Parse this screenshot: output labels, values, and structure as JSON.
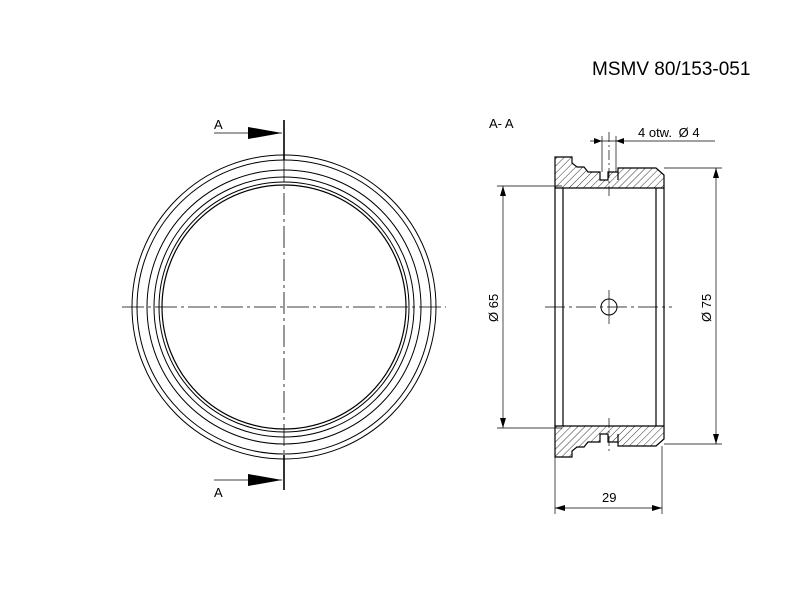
{
  "title": "MSMV 80/153-051",
  "section_marker": "A",
  "section_label": "A- A",
  "holes_note_prefix": "4 otw.",
  "holes_note_value": "4",
  "dim_inner_diameter": "65",
  "dim_outer_diameter": "75",
  "dim_width": "29",
  "diameter_symbol": "Ø"
}
